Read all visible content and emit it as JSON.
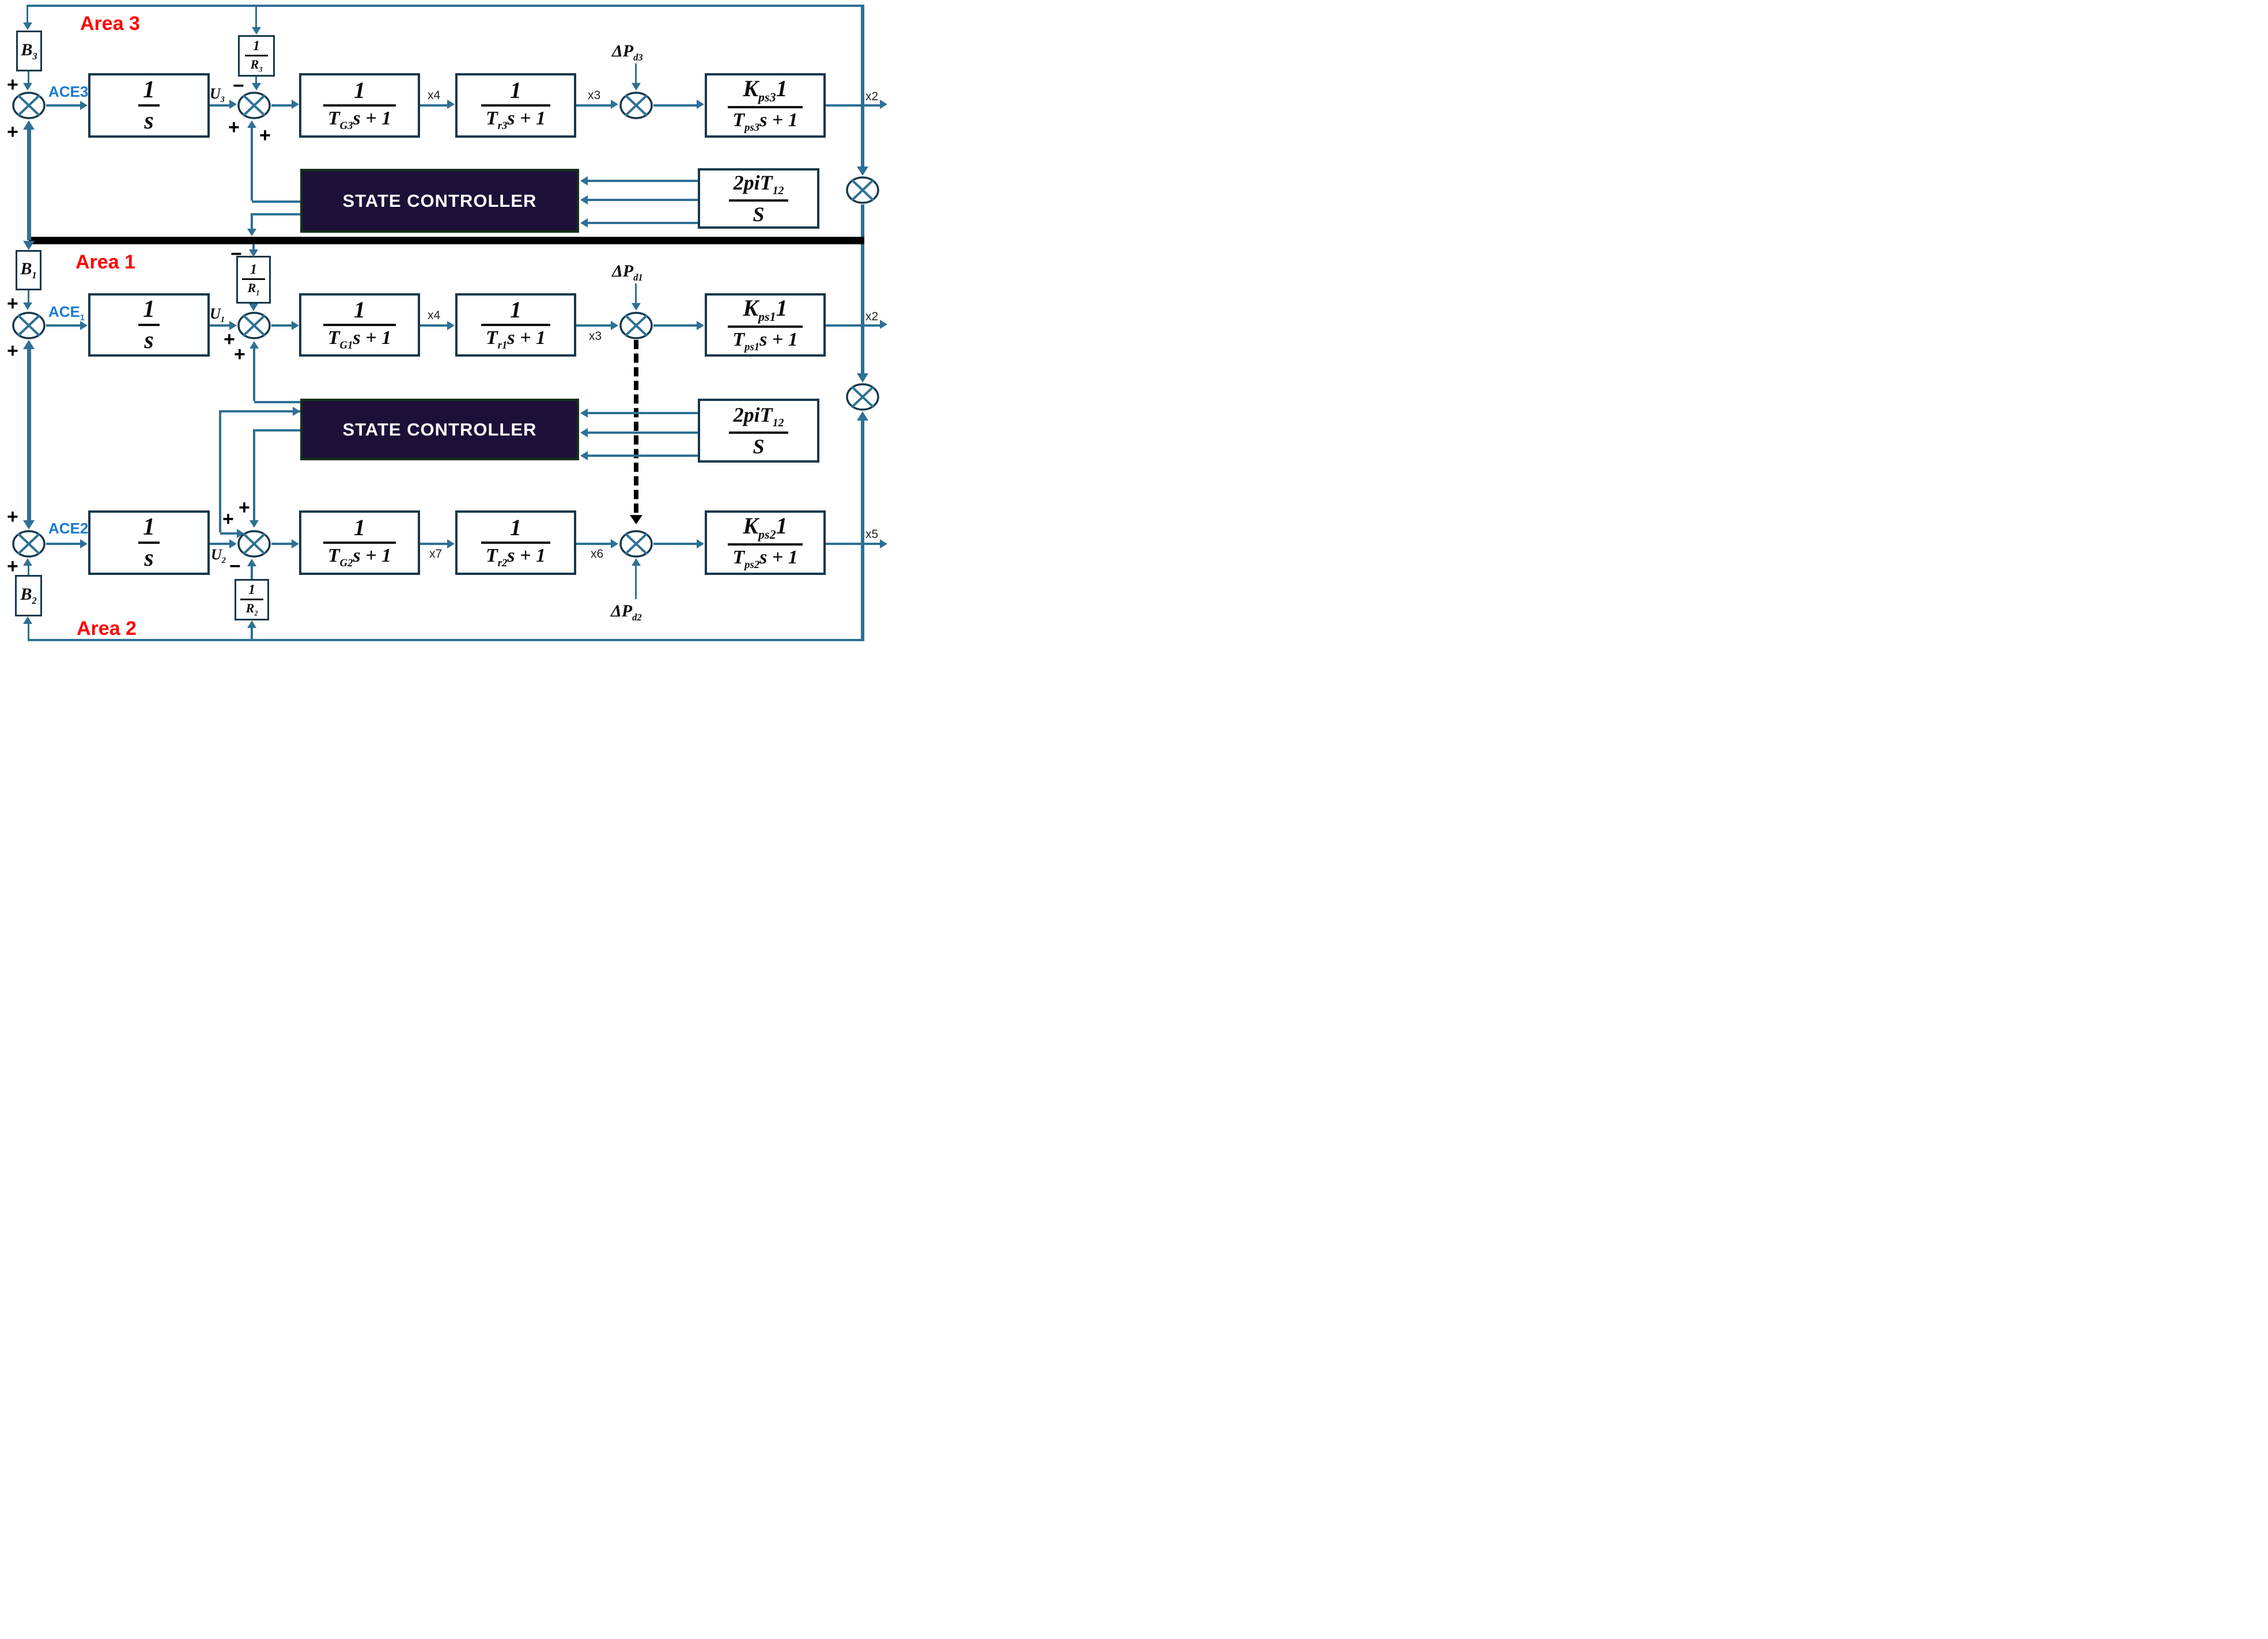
{
  "sym": {
    "plus": "+",
    "minus": "−"
  },
  "controller_label": "STATE CONTROLLER",
  "tieline": {
    "num_main": "2piT",
    "num_sub": "12",
    "den": "S"
  },
  "colors": {
    "line": "#2e7095",
    "block_border": "#16384c",
    "controller_bg": "#1c1038",
    "controller_border": "#14331a",
    "area_label": "#ff0000",
    "ace_label": "#1a7ad4"
  },
  "areas": {
    "area3": {
      "title": "Area 3",
      "ace_main": "ACE3",
      "ace_sub": "",
      "b_main": "B",
      "b_sub": "3",
      "u_main": "U",
      "u_sub": "3",
      "integrator": {
        "num": "1",
        "den": "s"
      },
      "droop": {
        "num": "1",
        "den_main": "R",
        "den_sub": "3"
      },
      "governor": {
        "num": "1",
        "den_main": "T",
        "den_sub": "G3",
        "den_tail": "s + 1"
      },
      "turbine": {
        "num": "1",
        "den_main": "T",
        "den_sub": "r3",
        "den_tail": "s + 1"
      },
      "powersys": {
        "num_main": "K",
        "num_sub": "ps3",
        "num_tail": "1",
        "den_main": "T",
        "den_sub": "ps3",
        "den_tail": "s + 1"
      },
      "load_main": "ΔP",
      "load_sub": "d3",
      "sig_gov": "x4",
      "sig_turb": "x3",
      "sig_out": "x2"
    },
    "area1": {
      "title": "Area 1",
      "ace_main": "ACE",
      "ace_sub": "1",
      "b_main": "B",
      "b_sub": "1",
      "u_main": "U",
      "u_sub": "1",
      "integrator": {
        "num": "1",
        "den": "s"
      },
      "droop": {
        "num": "1",
        "den_main": "R",
        "den_sub": "1"
      },
      "governor": {
        "num": "1",
        "den_main": "T",
        "den_sub": "G1",
        "den_tail": "s + 1"
      },
      "turbine": {
        "num": "1",
        "den_main": "T",
        "den_sub": "r1",
        "den_tail": "s + 1"
      },
      "powersys": {
        "num_main": "K",
        "num_sub": "ps1",
        "num_tail": "1",
        "den_main": "T",
        "den_sub": "ps1",
        "den_tail": "s + 1"
      },
      "load_main": "ΔP",
      "load_sub": "d1",
      "sig_gov": "x4",
      "sig_turb": "x3",
      "sig_out": "x2"
    },
    "area2": {
      "title": "Area 2",
      "ace_main": "ACE2",
      "ace_sub": "",
      "b_main": "B",
      "b_sub": "2",
      "u_main": "U",
      "u_sub": "2",
      "integrator": {
        "num": "1",
        "den": "s"
      },
      "droop": {
        "num": "1",
        "den_main": "R",
        "den_sub": "2"
      },
      "governor": {
        "num": "1",
        "den_main": "T",
        "den_sub": "G2",
        "den_tail": "s + 1"
      },
      "turbine": {
        "num": "1",
        "den_main": "T",
        "den_sub": "r2",
        "den_tail": "s + 1"
      },
      "powersys": {
        "num_main": "K",
        "num_sub": "ps2",
        "num_tail": "1",
        "den_main": "T",
        "den_sub": "ps2",
        "den_tail": "s + 1"
      },
      "load_main": "ΔP",
      "load_sub": "d2",
      "sig_gov": "x7",
      "sig_turb": "x6",
      "sig_out": "x5"
    }
  }
}
